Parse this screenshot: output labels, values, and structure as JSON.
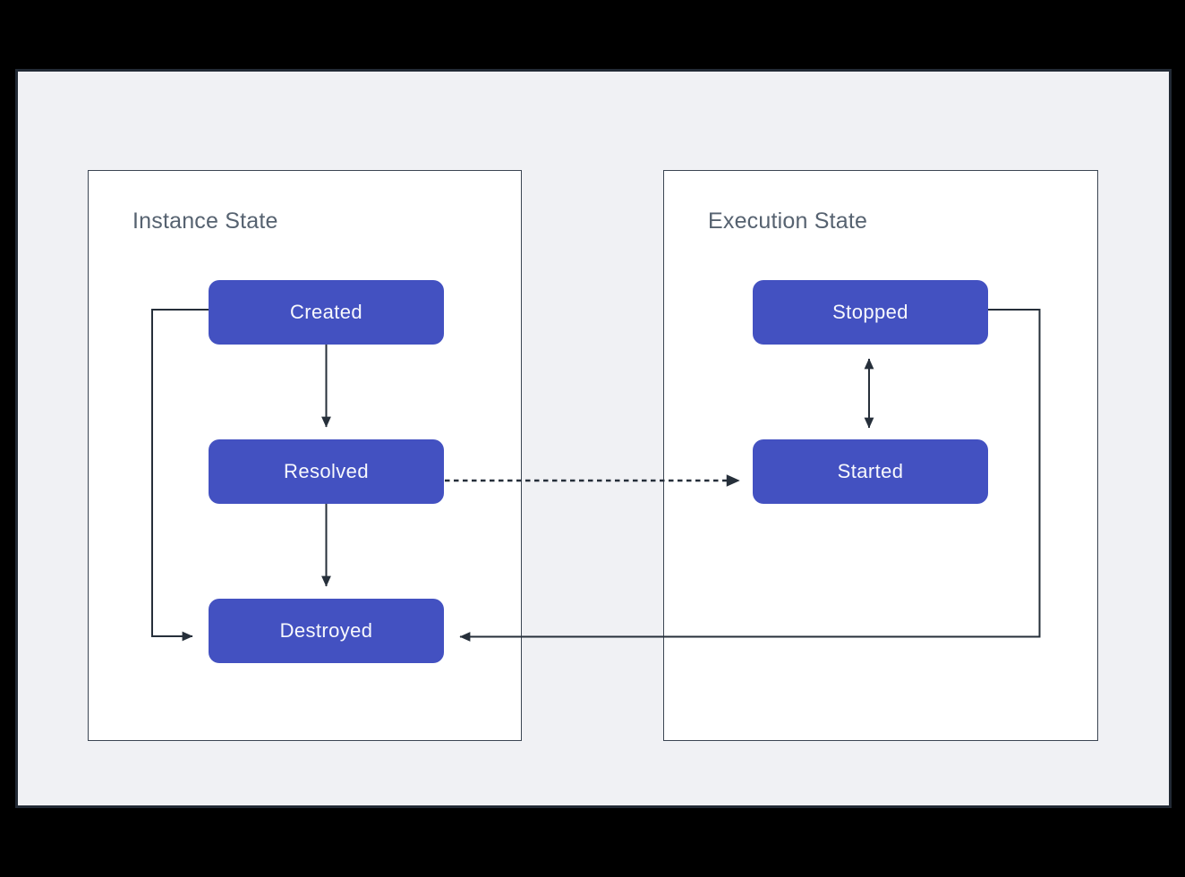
{
  "diagram": {
    "panels": [
      {
        "title": "Instance State",
        "nodes": [
          {
            "label": "Created"
          },
          {
            "label": "Resolved"
          },
          {
            "label": "Destroyed"
          }
        ]
      },
      {
        "title": "Execution State",
        "nodes": [
          {
            "label": "Stopped"
          },
          {
            "label": "Started"
          }
        ]
      }
    ],
    "edges": [
      {
        "from": "Created",
        "to": "Resolved",
        "line": "solid",
        "arrows": "single",
        "route": "straight-down"
      },
      {
        "from": "Resolved",
        "to": "Destroyed",
        "line": "solid",
        "arrows": "single",
        "route": "straight-down"
      },
      {
        "from": "Created",
        "to": "Destroyed",
        "line": "solid",
        "arrows": "single",
        "route": "left-side-loop"
      },
      {
        "from": "Resolved",
        "to": "Started",
        "line": "dotted",
        "arrows": "single",
        "route": "straight-right"
      },
      {
        "from": "Stopped",
        "to": "Started",
        "line": "solid",
        "arrows": "double",
        "route": "straight-down"
      },
      {
        "from": "Stopped",
        "to": "Destroyed",
        "line": "solid",
        "arrows": "single",
        "route": "right-side-loop"
      }
    ],
    "colors": {
      "frame_background": "#000000",
      "canvas_background": "#f0f1f4",
      "canvas_border": "#222a35",
      "panel_background": "#ffffff",
      "panel_border": "#3c4653",
      "title_text": "#566270",
      "node_fill": "#4351c1",
      "node_text": "#f8f9fd",
      "connector": "#262f3a"
    }
  }
}
